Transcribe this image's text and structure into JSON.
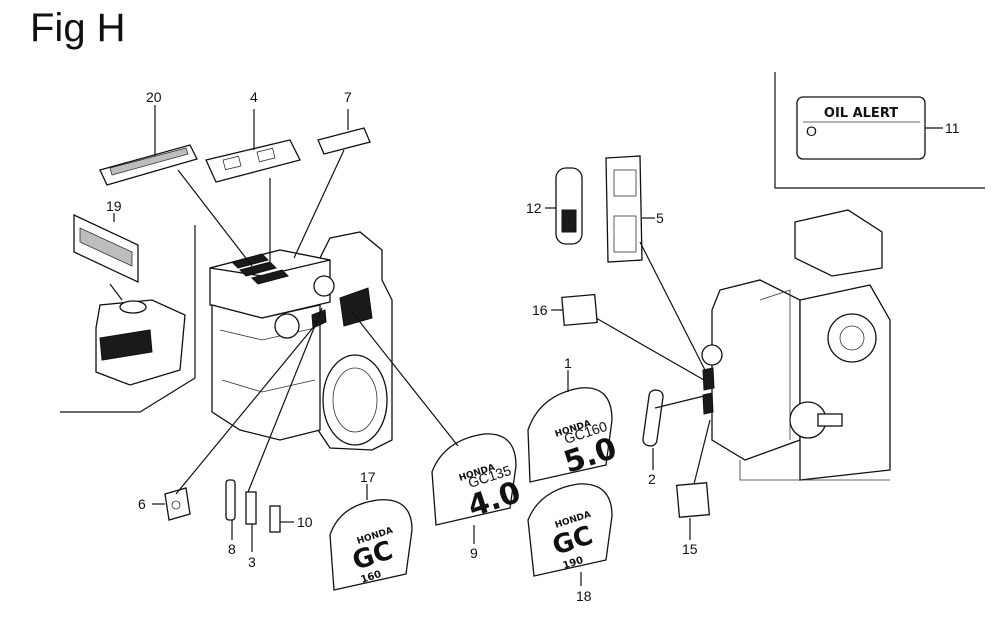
{
  "figure": {
    "title": "Fig H"
  },
  "callouts": [
    "20",
    "4",
    "7",
    "19",
    "12",
    "5",
    "16",
    "1",
    "17",
    "9",
    "2",
    "18",
    "15",
    "6",
    "8",
    "3",
    "10",
    "11"
  ],
  "labels": {
    "oil_alert": "OIL ALERT",
    "brand": "HONDA",
    "model_gc": "GC",
    "gc160": "GC160",
    "gc135": "GC135",
    "val_5_0": "5.0",
    "val_4_0": "4.0",
    "num_160": "160",
    "num_190": "190"
  },
  "colors": {
    "line": "#111111",
    "fill": "#ffffff",
    "shade": "#bdbdbd",
    "dark": "#1a1a1a"
  }
}
